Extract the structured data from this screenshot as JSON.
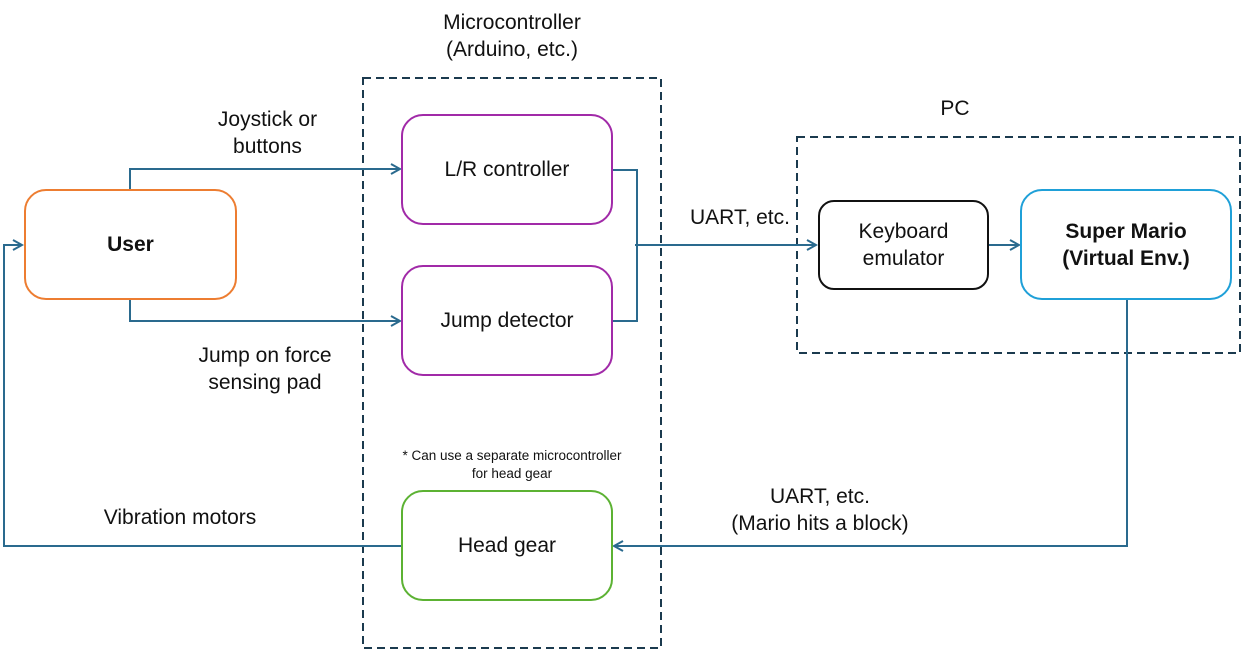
{
  "colors": {
    "arrow": "#2a6a8e",
    "group_border": "#1b3a4e",
    "user_border": "#ed7d31",
    "mcu_block_border": "#a12aa8",
    "headgear_border": "#5cb233",
    "keyboard_border": "#111111",
    "mario_border": "#1fa0d8"
  },
  "groups": {
    "microcontroller": {
      "title_line1": "Microcontroller",
      "title_line2": "(Arduino, etc.)"
    },
    "pc": {
      "title": "PC"
    }
  },
  "nodes": {
    "user": {
      "label": "User"
    },
    "lr_controller": {
      "label": "L/R controller"
    },
    "jump_detector": {
      "label": "Jump detector"
    },
    "head_gear": {
      "label": "Head gear"
    },
    "keyboard_emulator": {
      "label_line1": "Keyboard",
      "label_line2": "emulator"
    },
    "super_mario": {
      "label_line1": "Super Mario",
      "label_line2": "(Virtual Env.)"
    }
  },
  "edge_labels": {
    "joystick": {
      "line1": "Joystick or",
      "line2": "buttons"
    },
    "jump_pad": {
      "line1": "Jump on force",
      "line2": "sensing pad"
    },
    "uart_out": {
      "text": "UART, etc."
    },
    "uart_back": {
      "line1": "UART, etc.",
      "line2": "(Mario hits a block)"
    },
    "vibration": {
      "text": "Vibration motors"
    }
  },
  "note": {
    "line1": "* Can use a separate microcontroller",
    "line2": "for head gear"
  }
}
